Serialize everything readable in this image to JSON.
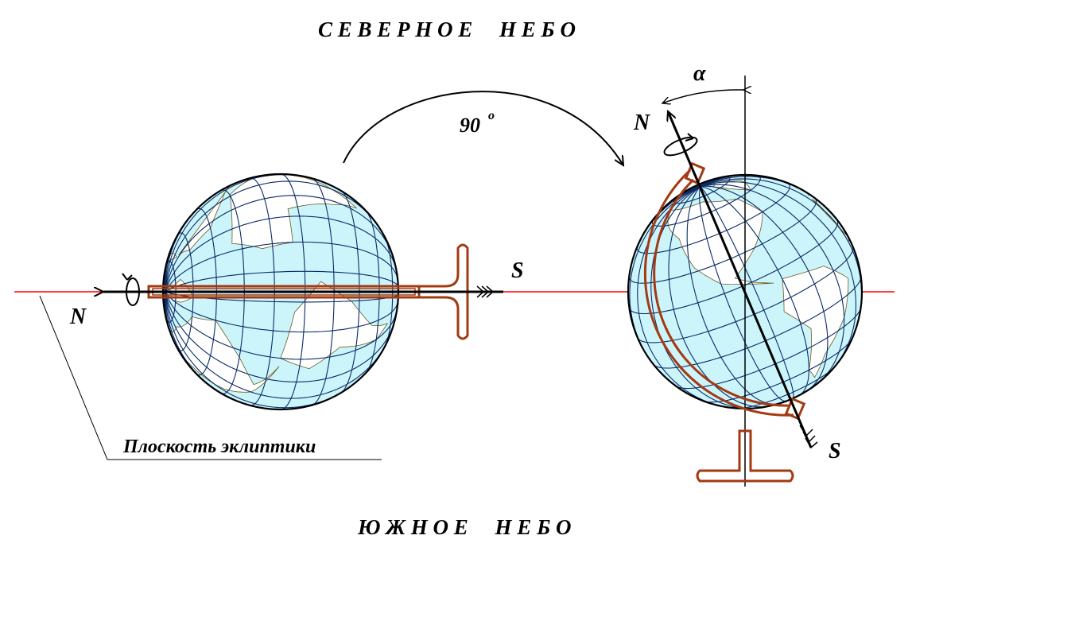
{
  "title_north": "С Е В Е Р Н О Е     Н Е Б О",
  "title_south": "Ю Ж Н О Е     Н Е Б О",
  "rotation_label": "90",
  "rotation_degree_mark": "o",
  "tilt_angle_label": "α",
  "left_globe": {
    "north_label": "N",
    "south_label": "S"
  },
  "right_globe": {
    "north_label": "N",
    "south_label": "S"
  },
  "ecliptic_label": "Плоскость эклиптики",
  "colors": {
    "ocean": "#ccf5fb",
    "grid": "#0a2a66",
    "stand": "#a33a12",
    "ecliptic": "#ff0000",
    "land": "#ffffff"
  }
}
